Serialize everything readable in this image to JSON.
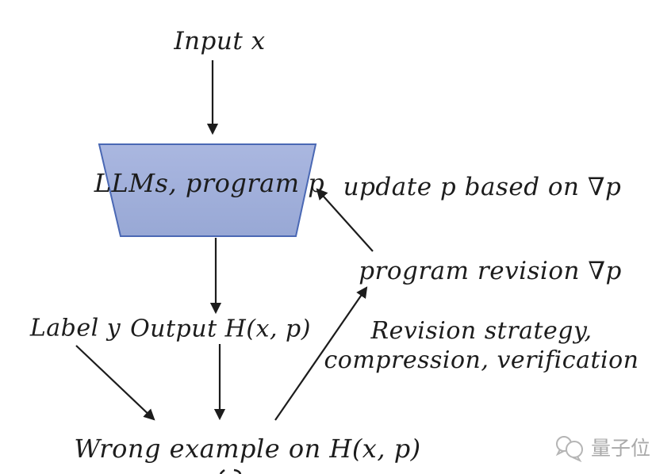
{
  "diagram": {
    "nodes": {
      "input_label": "Input x",
      "llm_box_label": "LLMs, program p",
      "update_label": "update p based on ∇p",
      "program_revision_label": "program revision ∇p",
      "label_y": "Label y",
      "output_label": "Output H(x, p)",
      "revision_strategy_line1": "Revision strategy,",
      "revision_strategy_line2": "compression, verification",
      "wrong_example_label": "Wrong example on H(x, p)"
    },
    "colors": {
      "box_fill_top": "#aab7e0",
      "box_fill_bottom": "#98a8d5",
      "box_border": "#4a68b4",
      "arrow": "#1c1c1c",
      "text": "#1c1c1c",
      "watermark": "#b5b5b5"
    },
    "watermark": {
      "text": "量子位"
    }
  }
}
